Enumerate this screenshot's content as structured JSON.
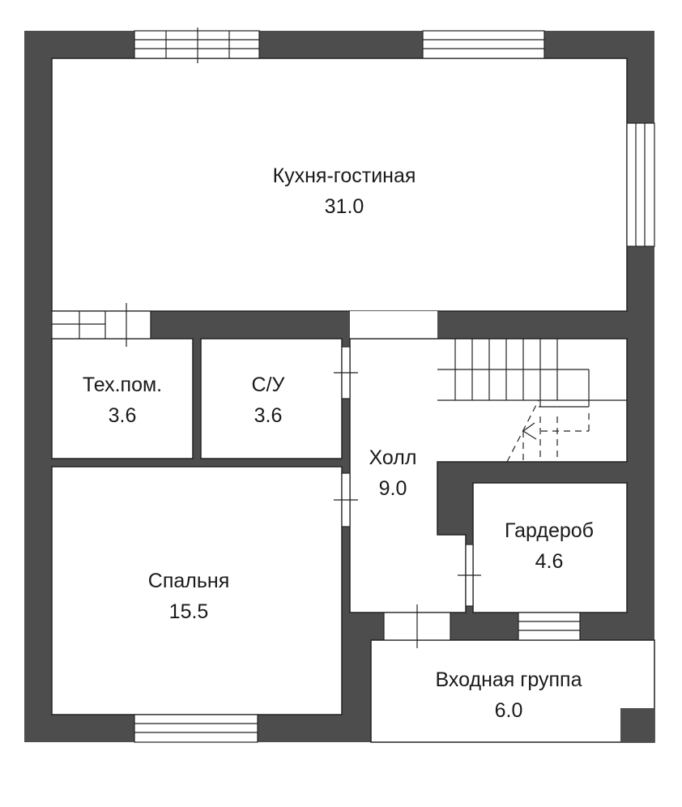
{
  "colors": {
    "wall": "#4d4d4d",
    "floor": "#ffffff",
    "line": "#222222"
  },
  "rooms": [
    {
      "name": "Кухня-гостиная",
      "area": "31.0"
    },
    {
      "name": "Тех.пом.",
      "area": "3.6"
    },
    {
      "name": "С/У",
      "area": "3.6"
    },
    {
      "name": "Холл",
      "area": "9.0"
    },
    {
      "name": "Гардероб",
      "area": "4.6"
    },
    {
      "name": "Спальня",
      "area": "15.5"
    },
    {
      "name": "Входная группа",
      "area": "6.0"
    }
  ]
}
